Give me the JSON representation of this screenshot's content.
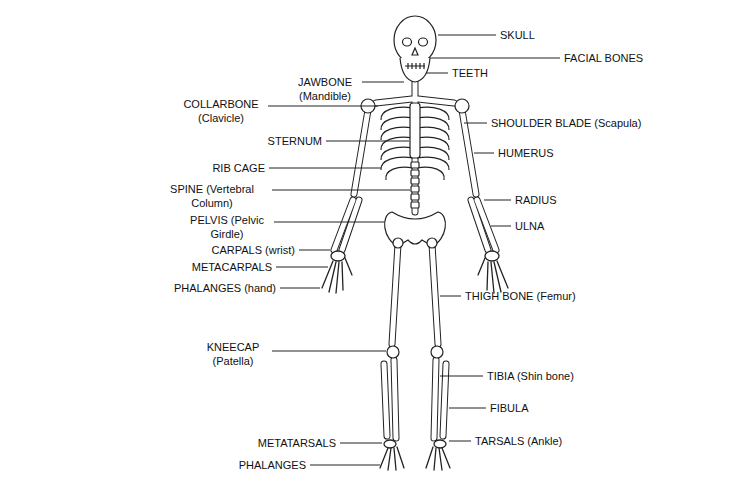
{
  "diagram": {
    "labels": [
      "SKULL",
      "FACIAL BONES",
      "JAWBONE (Mandible)",
      "TEETH",
      "COLLARBONE (Clavicle)",
      "SHOULDER BLADE (Scapula)",
      "STERNUM",
      "HUMERUS",
      "RIB CAGE",
      "SPINE (Vertebral Column)",
      "RADIUS",
      "PELVIS (Pelvic Girdle)",
      "ULNA",
      "CARPALS (wrist)",
      "METACARPALS",
      "PHALANGES (hand)",
      "THIGH BONE (Femur)",
      "KNEECAP (Patella)",
      "TIBIA (Shin bone)",
      "FIBULA",
      "METATARSALS",
      "TARSALS (Ankle)",
      "PHALANGES"
    ]
  }
}
